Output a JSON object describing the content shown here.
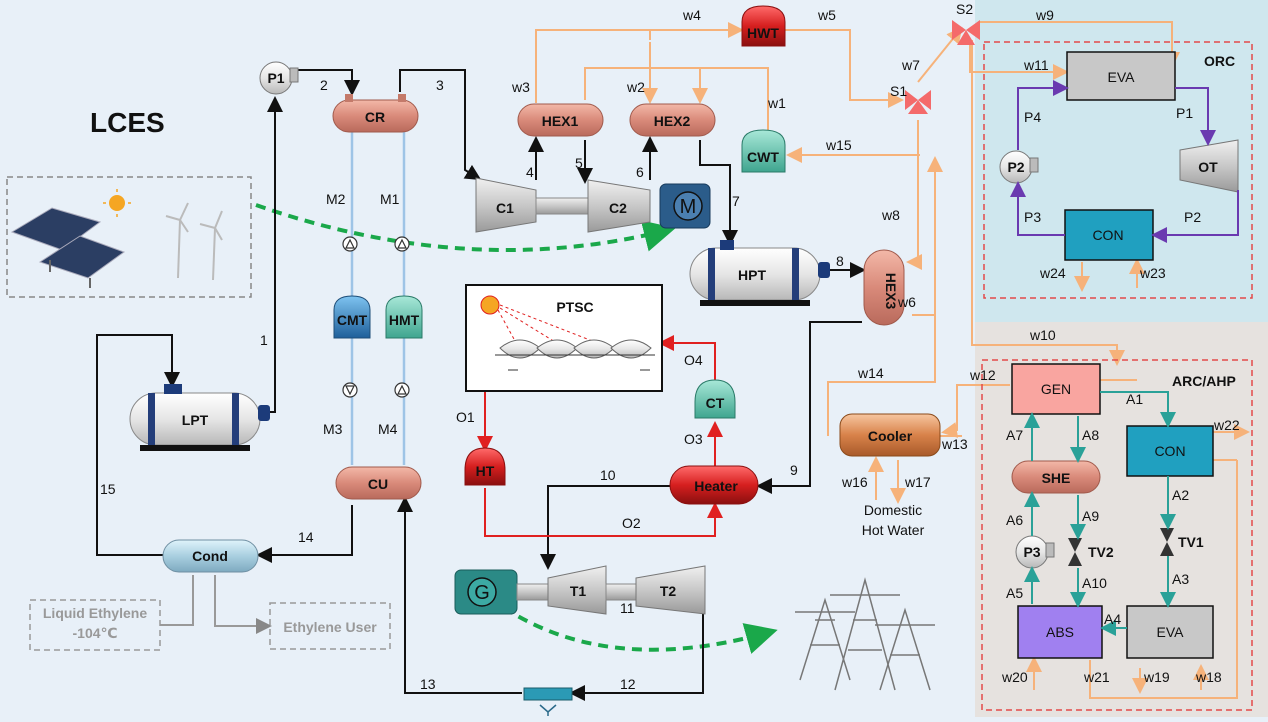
{
  "title": "LCES",
  "colors": {
    "hot": "#f6b27a",
    "black": "#111111",
    "red": "#e02020",
    "teal": "#2aa198",
    "purple": "#6a3ab0",
    "cryo": "#9ec4e6",
    "green": "#1aa84a"
  },
  "components": {
    "P1": "P1",
    "CR": "CR",
    "HEX1": "HEX1",
    "HEX2": "HEX2",
    "HWT": "HWT",
    "CWT": "CWT",
    "C1": "C1",
    "C2": "C2",
    "M": "M",
    "HPT": "HPT",
    "HEX3": "HEX3",
    "LPT": "LPT",
    "CMT": "CMT",
    "HMT": "HMT",
    "CU": "CU",
    "Cond": "Cond",
    "PTSC": "PTSC",
    "HT": "HT",
    "CT": "CT",
    "Heater": "Heater",
    "G": "G",
    "T1": "T1",
    "T2": "T2",
    "Cooler": "Cooler",
    "S1": "S1",
    "S2": "S2"
  },
  "orc": {
    "title": "ORC",
    "EVA": "EVA",
    "OT": "OT",
    "CON": "CON",
    "P2": "P2"
  },
  "arc": {
    "title": "ARC/AHP",
    "GEN": "GEN",
    "CON": "CON",
    "SHE": "SHE",
    "P3": "P3",
    "TV2": "TV2",
    "TV1": "TV1",
    "ABS": "ABS",
    "EVA": "EVA"
  },
  "boxes": {
    "liquid_ethylene": "Liquid Ethylene\n-104℃",
    "ethylene_user": "Ethylene User",
    "domestic_hot_water": "Domestic\nHot Water"
  },
  "stream_labels": {
    "s1": "1",
    "s2": "2",
    "s3": "3",
    "s4": "4",
    "s5": "5",
    "s6": "6",
    "s7": "7",
    "s8": "8",
    "s9": "9",
    "s10": "10",
    "s11": "11",
    "s12": "12",
    "s13": "13",
    "s14": "14",
    "s15": "15",
    "M1": "M1",
    "M2": "M2",
    "M3": "M3",
    "M4": "M4",
    "O1": "O1",
    "O2": "O2",
    "O3": "O3",
    "O4": "O4",
    "w1": "w1",
    "w2": "w2",
    "w3": "w3",
    "w4": "w4",
    "w5": "w5",
    "w6": "w6",
    "w7": "w7",
    "w8": "w8",
    "w9": "w9",
    "w10": "w10",
    "w11": "w11",
    "w12": "w12",
    "w13": "w13",
    "w14": "w14",
    "w15": "w15",
    "w16": "w16",
    "w17": "w17",
    "w18": "w18",
    "w19": "w19",
    "w20": "w20",
    "w21": "w21",
    "w22": "w22",
    "w23": "w23",
    "w24": "w24",
    "P1o": "P1",
    "P2o": "P2",
    "P3o": "P3",
    "P4o": "P4",
    "A1": "A1",
    "A2": "A2",
    "A3": "A3",
    "A4": "A4",
    "A5": "A5",
    "A6": "A6",
    "A7": "A7",
    "A8": "A8",
    "A9": "A9",
    "A10": "A10"
  }
}
